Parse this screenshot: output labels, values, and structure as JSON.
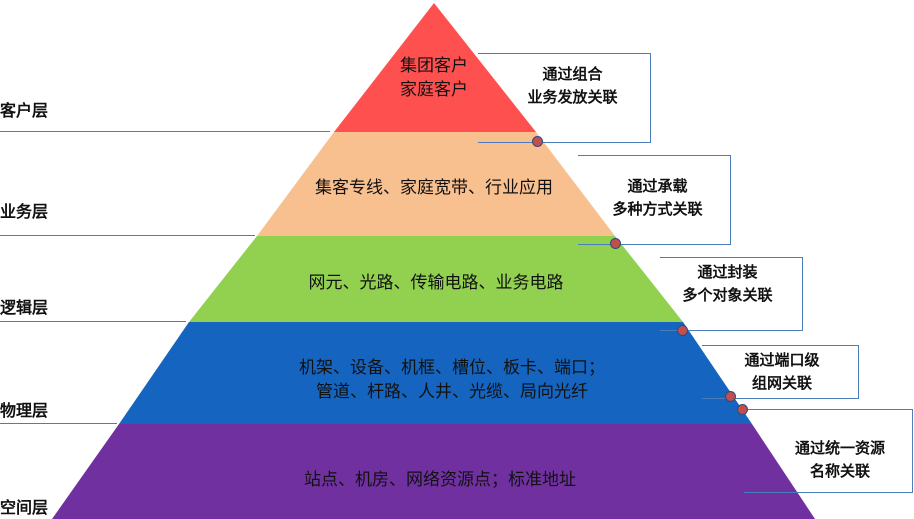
{
  "layers": [
    {
      "side_label": "客户层",
      "content": [
        "集团客户",
        "家庭客户"
      ],
      "color": "#ff5050"
    },
    {
      "side_label": "业务层",
      "content": [
        "集客专线、家庭宽带、行业应用"
      ],
      "color": "#f9c08f"
    },
    {
      "side_label": "逻辑层",
      "content": [
        "网元、光路、传输电路、业务电路"
      ],
      "color": "#92d050"
    },
    {
      "side_label": "物理层",
      "content": [
        "机架、设备、机框、槽位、板卡、端口；",
        "管道、杆路、人井、光缆、局向光纤"
      ],
      "color": "#1565c0"
    },
    {
      "side_label": "空间层",
      "content": [
        "站点、机房、网络资源点；标准地址"
      ],
      "color": "#7030a0"
    }
  ],
  "relations": [
    {
      "lines": [
        "通过组合",
        "业务发放关联"
      ]
    },
    {
      "lines": [
        "通过承载",
        "多种方式关联"
      ]
    },
    {
      "lines": [
        "通过封装",
        "多个对象关联"
      ]
    },
    {
      "lines": [
        "通过端口级",
        "组网关联"
      ]
    },
    {
      "lines": [
        "通过统一资源",
        "名称关联"
      ]
    }
  ]
}
